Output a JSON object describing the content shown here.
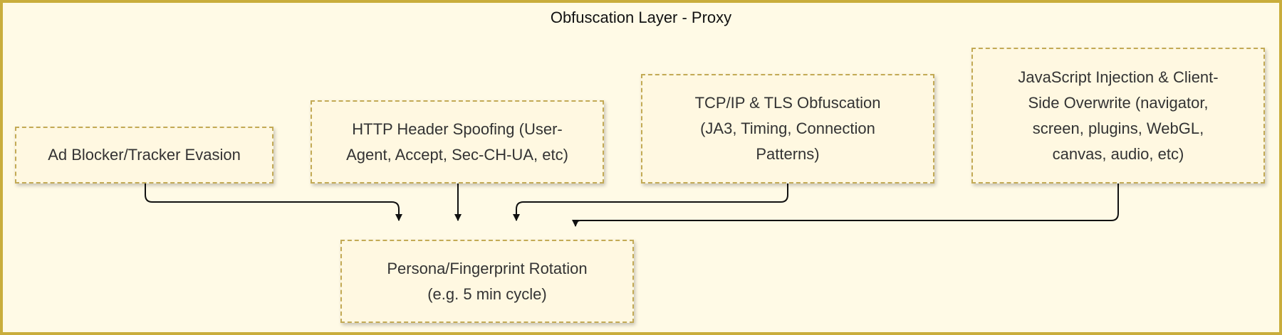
{
  "diagram": {
    "title": "Obfuscation Layer - Proxy",
    "colors": {
      "frame_border": "#c9ad3c",
      "frame_fill": "#fffae6",
      "node_border": "#c3aa55",
      "node_fill": "#fff8e1",
      "edge": "#111111"
    },
    "nodes": {
      "ad_blocker": {
        "lines": [
          "Ad Blocker/Tracker Evasion"
        ]
      },
      "http_header": {
        "lines": [
          "HTTP Header Spoofing (User-",
          "Agent, Accept, Sec-CH-UA, etc)"
        ]
      },
      "tcp_tls": {
        "lines": [
          "TCP/IP & TLS Obfuscation",
          "(JA3, Timing, Connection",
          "Patterns)"
        ]
      },
      "js_injection": {
        "lines": [
          "JavaScript Injection & Client-",
          "Side Overwrite (navigator,",
          "screen, plugins, WebGL,",
          "canvas, audio, etc)"
        ]
      },
      "persona_rotation": {
        "lines": [
          "Persona/Fingerprint Rotation",
          "(e.g. 5 min cycle)"
        ]
      }
    },
    "edges": [
      {
        "from": "Ad Blocker/Tracker Evasion",
        "to": "Persona/Fingerprint Rotation"
      },
      {
        "from": "HTTP Header Spoofing",
        "to": "Persona/Fingerprint Rotation"
      },
      {
        "from": "TCP/IP & TLS Obfuscation",
        "to": "Persona/Fingerprint Rotation"
      },
      {
        "from": "JavaScript Injection & Client-Side Overwrite",
        "to": "Persona/Fingerprint Rotation"
      }
    ]
  }
}
